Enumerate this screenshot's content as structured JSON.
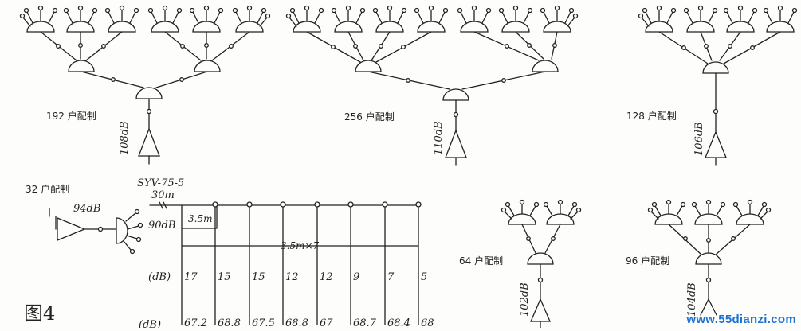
{
  "groups": {
    "g192": {
      "label": "192 户配制",
      "level": "108dB"
    },
    "g256": {
      "label": "256 户配制",
      "level": "110dB"
    },
    "g128": {
      "label": "128 户配制",
      "level": "106dB"
    },
    "g32": {
      "label": "32 户配制",
      "level": "94dB"
    },
    "g64": {
      "label": "64 户配制",
      "level": "102dB"
    },
    "g96": {
      "label": "96 户配制",
      "level": "104dB"
    }
  },
  "trunk": {
    "cable": "SYV-75-5",
    "length": "30m",
    "input_level": "90dB",
    "spacing": "3.5m",
    "total": "3.5m×7",
    "row1_label": "(dB)",
    "row2_label": "(dB)",
    "tap_values": [
      "17",
      "15",
      "15",
      "12",
      "12",
      "9",
      "7",
      "5"
    ],
    "out_levels": [
      "67.2",
      "68.8",
      "67.5",
      "68.8",
      "67",
      "68.7",
      "68.4",
      "68"
    ]
  },
  "figure_label": "图4",
  "watermark": "www.55dianzi.com",
  "colors": {
    "ink": "#222222",
    "watermark": "#1c73d6",
    "paper": "#fdfdfb"
  }
}
